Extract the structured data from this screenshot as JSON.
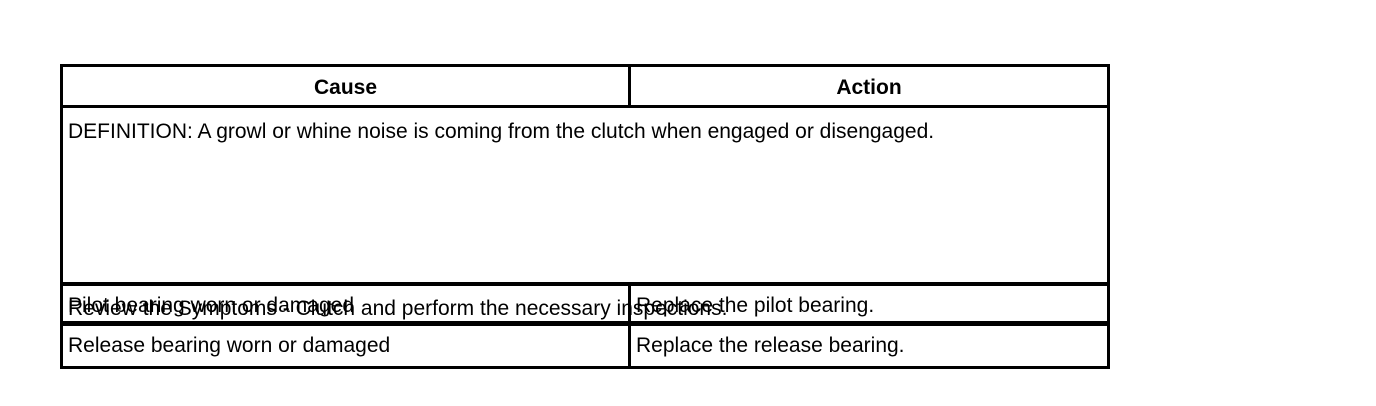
{
  "table": {
    "headers": {
      "cause": "Cause",
      "action": "Action"
    },
    "definition": "DEFINITION: A growl or whine noise is coming from the clutch when engaged or disengaged.",
    "review": "Review the Symptoms - Clutch and perform the necessary inspections.",
    "rows": [
      {
        "cause": "Pilot bearing worn or damaged",
        "action": "Replace the pilot bearing."
      },
      {
        "cause": "Release bearing worn or damaged",
        "action": "Replace the release bearing."
      }
    ]
  }
}
